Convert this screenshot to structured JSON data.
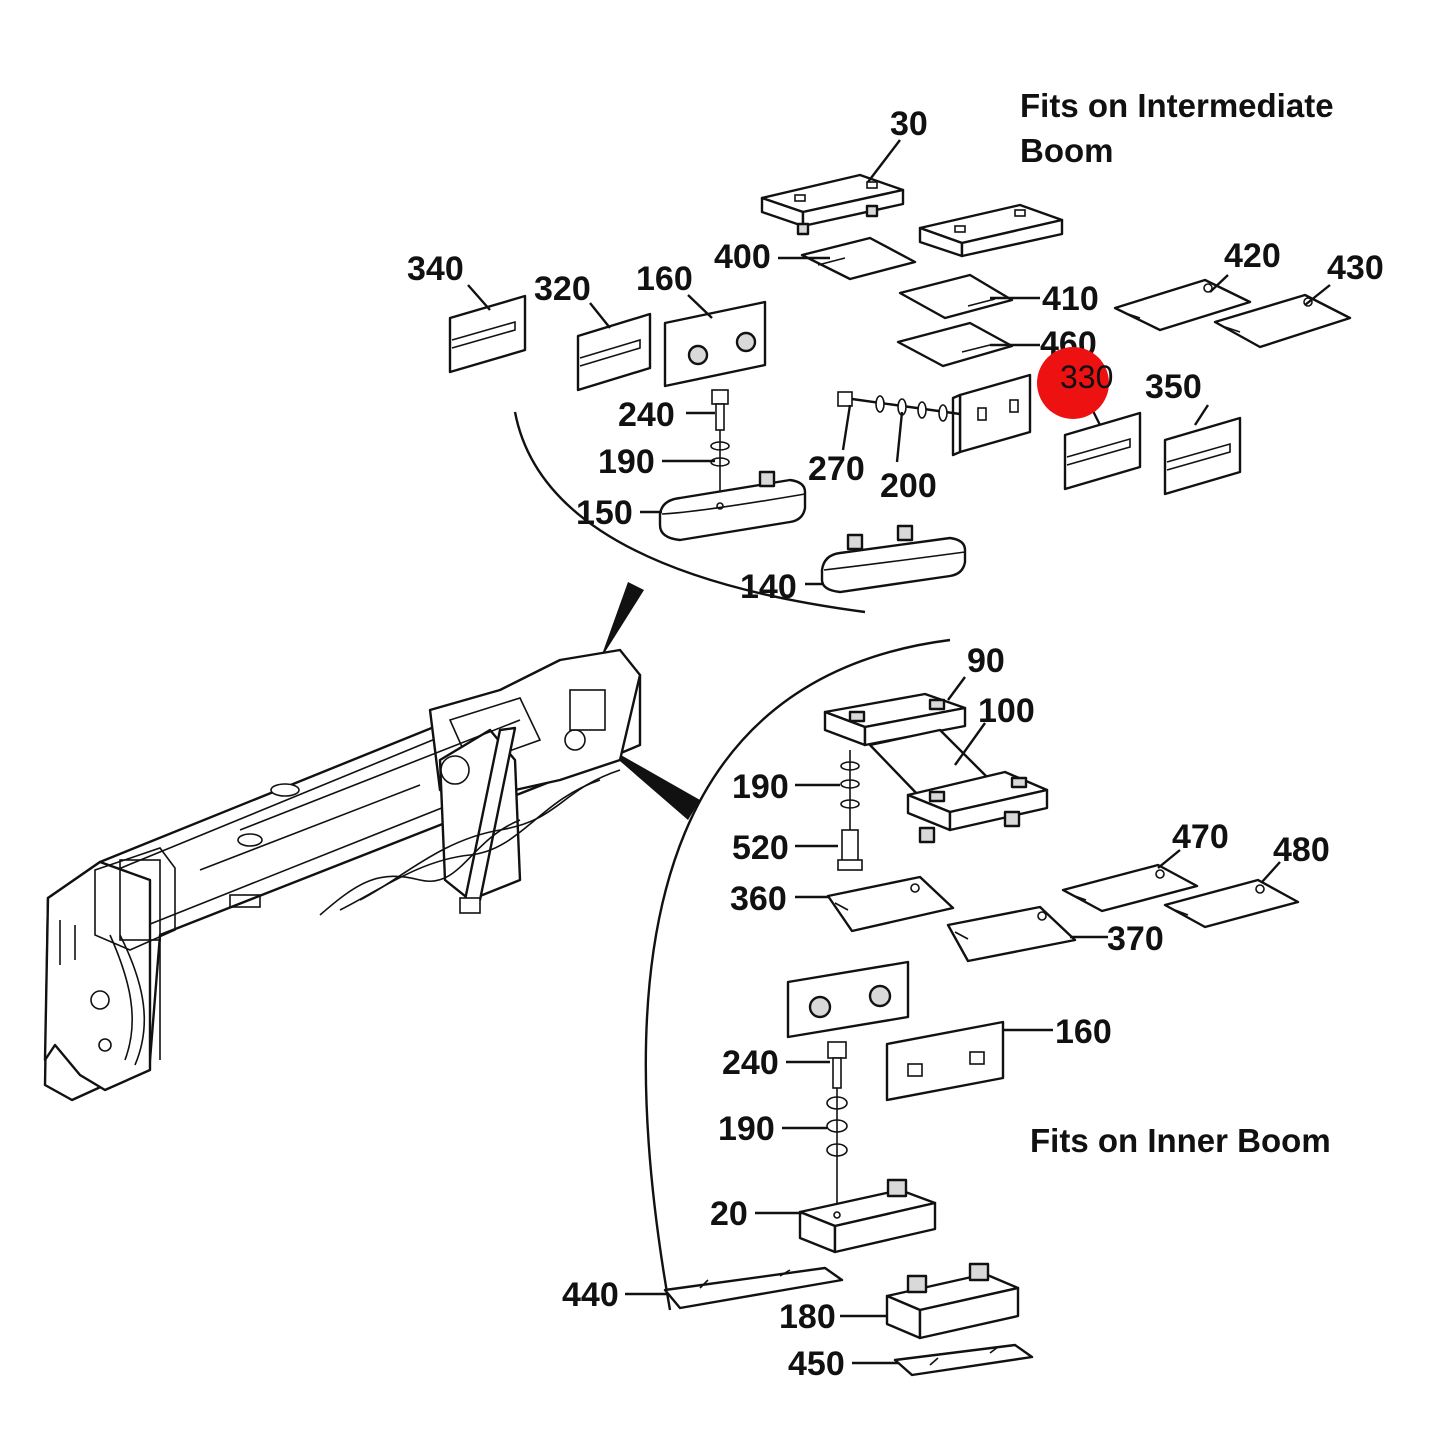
{
  "captions": {
    "intermediate_line1": "Fits on Intermediate",
    "intermediate_line2": "Boom",
    "inner": "Fits on Inner Boom"
  },
  "highlight": {
    "label": "330",
    "color": "#ee1111"
  },
  "callouts_upper": [
    "30",
    "400",
    "410",
    "420",
    "430",
    "340",
    "320",
    "160",
    "460",
    "350",
    "240",
    "190",
    "270",
    "200",
    "150",
    "140"
  ],
  "callouts_lower": [
    "90",
    "100",
    "190",
    "520",
    "360",
    "470",
    "480",
    "370",
    "160",
    "240",
    "190",
    "20",
    "440",
    "180",
    "450"
  ]
}
